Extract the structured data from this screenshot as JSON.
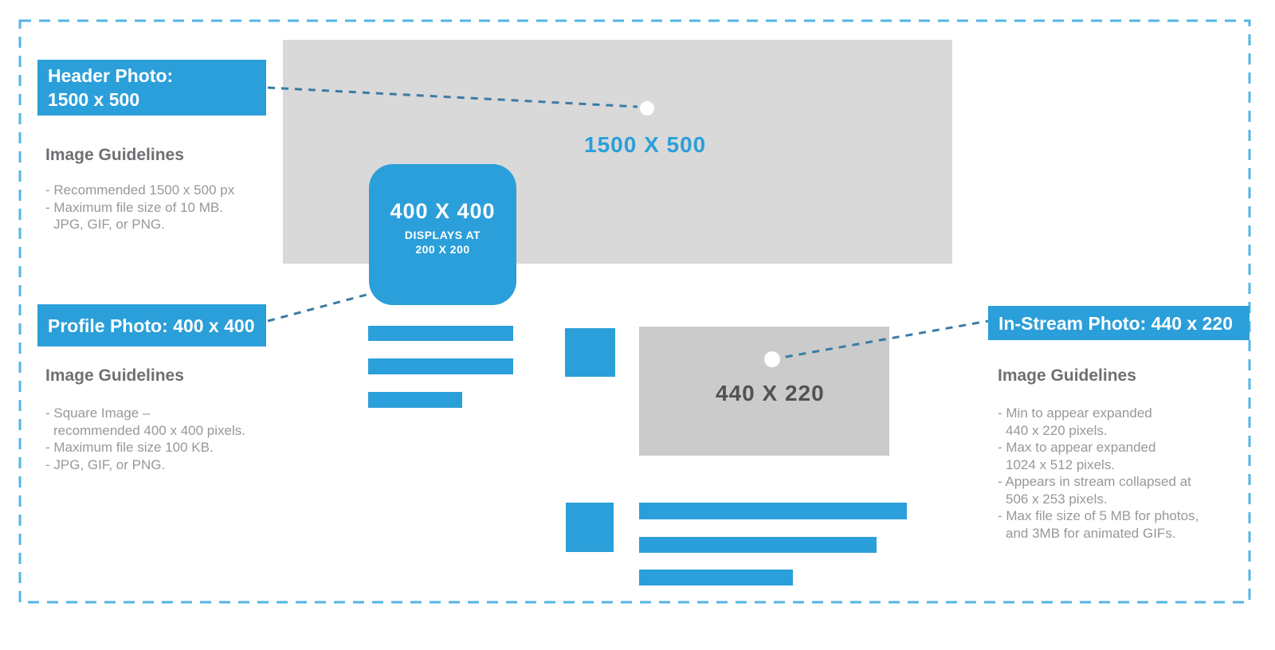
{
  "colors": {
    "accent": "#2B9FD9",
    "frame": "#53B5E5",
    "connector": "#3A7BA6",
    "canvas-gray": "#D9D9D9",
    "photo-gray": "#CBCBCB",
    "heading-gray": "#6E6F72",
    "body-gray": "#97989B",
    "photo-label-gray": "#515254"
  },
  "header_photo": {
    "label_line1": "Header Photo:",
    "label_line2": "1500 x 500",
    "guidelines_title": "Image Guidelines",
    "guidelines": [
      "- Recommended 1500 x 500 px",
      "- Maximum file size of 10 MB.",
      "JPG, GIF, or PNG."
    ],
    "placeholder_label": "1500 X 500"
  },
  "profile_photo": {
    "label": "Profile Photo: 400 x 400",
    "guidelines_title": "Image Guidelines",
    "guidelines": [
      "- Square Image –",
      "recommended 400 x 400 pixels.",
      "- Maximum file size 100 KB.",
      "- JPG, GIF, or PNG."
    ],
    "box_size": "400 X 400",
    "box_displays_at": "DISPLAYS AT",
    "box_display_size": "200 X 200"
  },
  "instream_photo": {
    "label": "In-Stream Photo: 440 x 220",
    "guidelines_title": "Image Guidelines",
    "guidelines": [
      "- Min to appear expanded",
      "440 x 220 pixels.",
      "- Max to appear expanded",
      "1024 x 512 pixels.",
      "- Appears in stream collapsed at",
      "506 x 253 pixels.",
      "- Max file size of 5 MB for photos,",
      "and 3MB for animated GIFs."
    ],
    "placeholder_label": "440 X 220"
  }
}
